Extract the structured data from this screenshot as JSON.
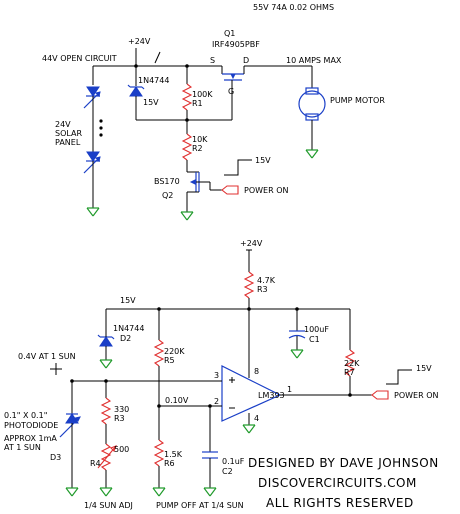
{
  "labels": {
    "q1_rating": "55V 74A 0.02 OHMS",
    "v24_top": "+24V",
    "q1_name": "Q1",
    "q1_part": "IRF4905PBF",
    "open_circuit": "44V OPEN CIRCUIT",
    "src": "S",
    "drn": "D",
    "gate": "G",
    "amps_max": "10 AMPS MAX",
    "d1_part": "1N4744",
    "d1_v": "15V",
    "r1_val": "100K",
    "r1_name": "R1",
    "panel_1": "24V",
    "panel_2": "SOLAR",
    "panel_3": "PANEL",
    "pump_motor": "PUMP MOTOR",
    "r2_val": "10K",
    "r2_name": "R2",
    "v15_a": "15V",
    "q2_part": "BS170",
    "q2_name": "Q2",
    "power_on_a": "POWER ON",
    "v24_mid": "+24V",
    "r3a_val": "4.7K",
    "r3a_name": "R3",
    "v15_rail": "15V",
    "d2_part": "1N4744",
    "d2_name": "D2",
    "c1_val": "100uF",
    "c1_name": "C1",
    "r5_val": "220K",
    "r5_name": "R5",
    "sun_v": "0.4V AT 1 SUN",
    "pin3": "3",
    "pin8": "8",
    "r7_val": "22K",
    "r7_name": "R7",
    "v15_b": "15V",
    "pin1": "1",
    "power_on_b": "POWER ON",
    "comp": "LM393",
    "pin2": "2",
    "v010": "0.10V",
    "r3b_val": "330",
    "r3b_name": "R3",
    "pd_size": "0.1\" X 0.1\"",
    "pd_name": "PHOTODIODE",
    "pd_cur1": "APPROX 1mA",
    "pd_cur2": "AT 1 SUN",
    "d3_name": "D3",
    "pin4": "4",
    "r4_name": "R4",
    "r4_val": "500",
    "r6_val": "1.5K",
    "r6_name": "R6",
    "c2_val": "0.1uF",
    "c2_name": "C2",
    "sun_adj": "1/4 SUN ADJ",
    "pump_off": "PUMP OFF AT 1/4 SUN",
    "credit_1": "DESIGNED BY DAVE JOHNSON",
    "credit_2": "DISCOVERCIRCUITS.COM",
    "credit_3": "ALL RIGHTS RESERVED"
  },
  "colors": {
    "wire": "#000000",
    "resistor": "#e03030",
    "semiconductor": "#1a3fc7",
    "ground": "#1f9a2a"
  }
}
